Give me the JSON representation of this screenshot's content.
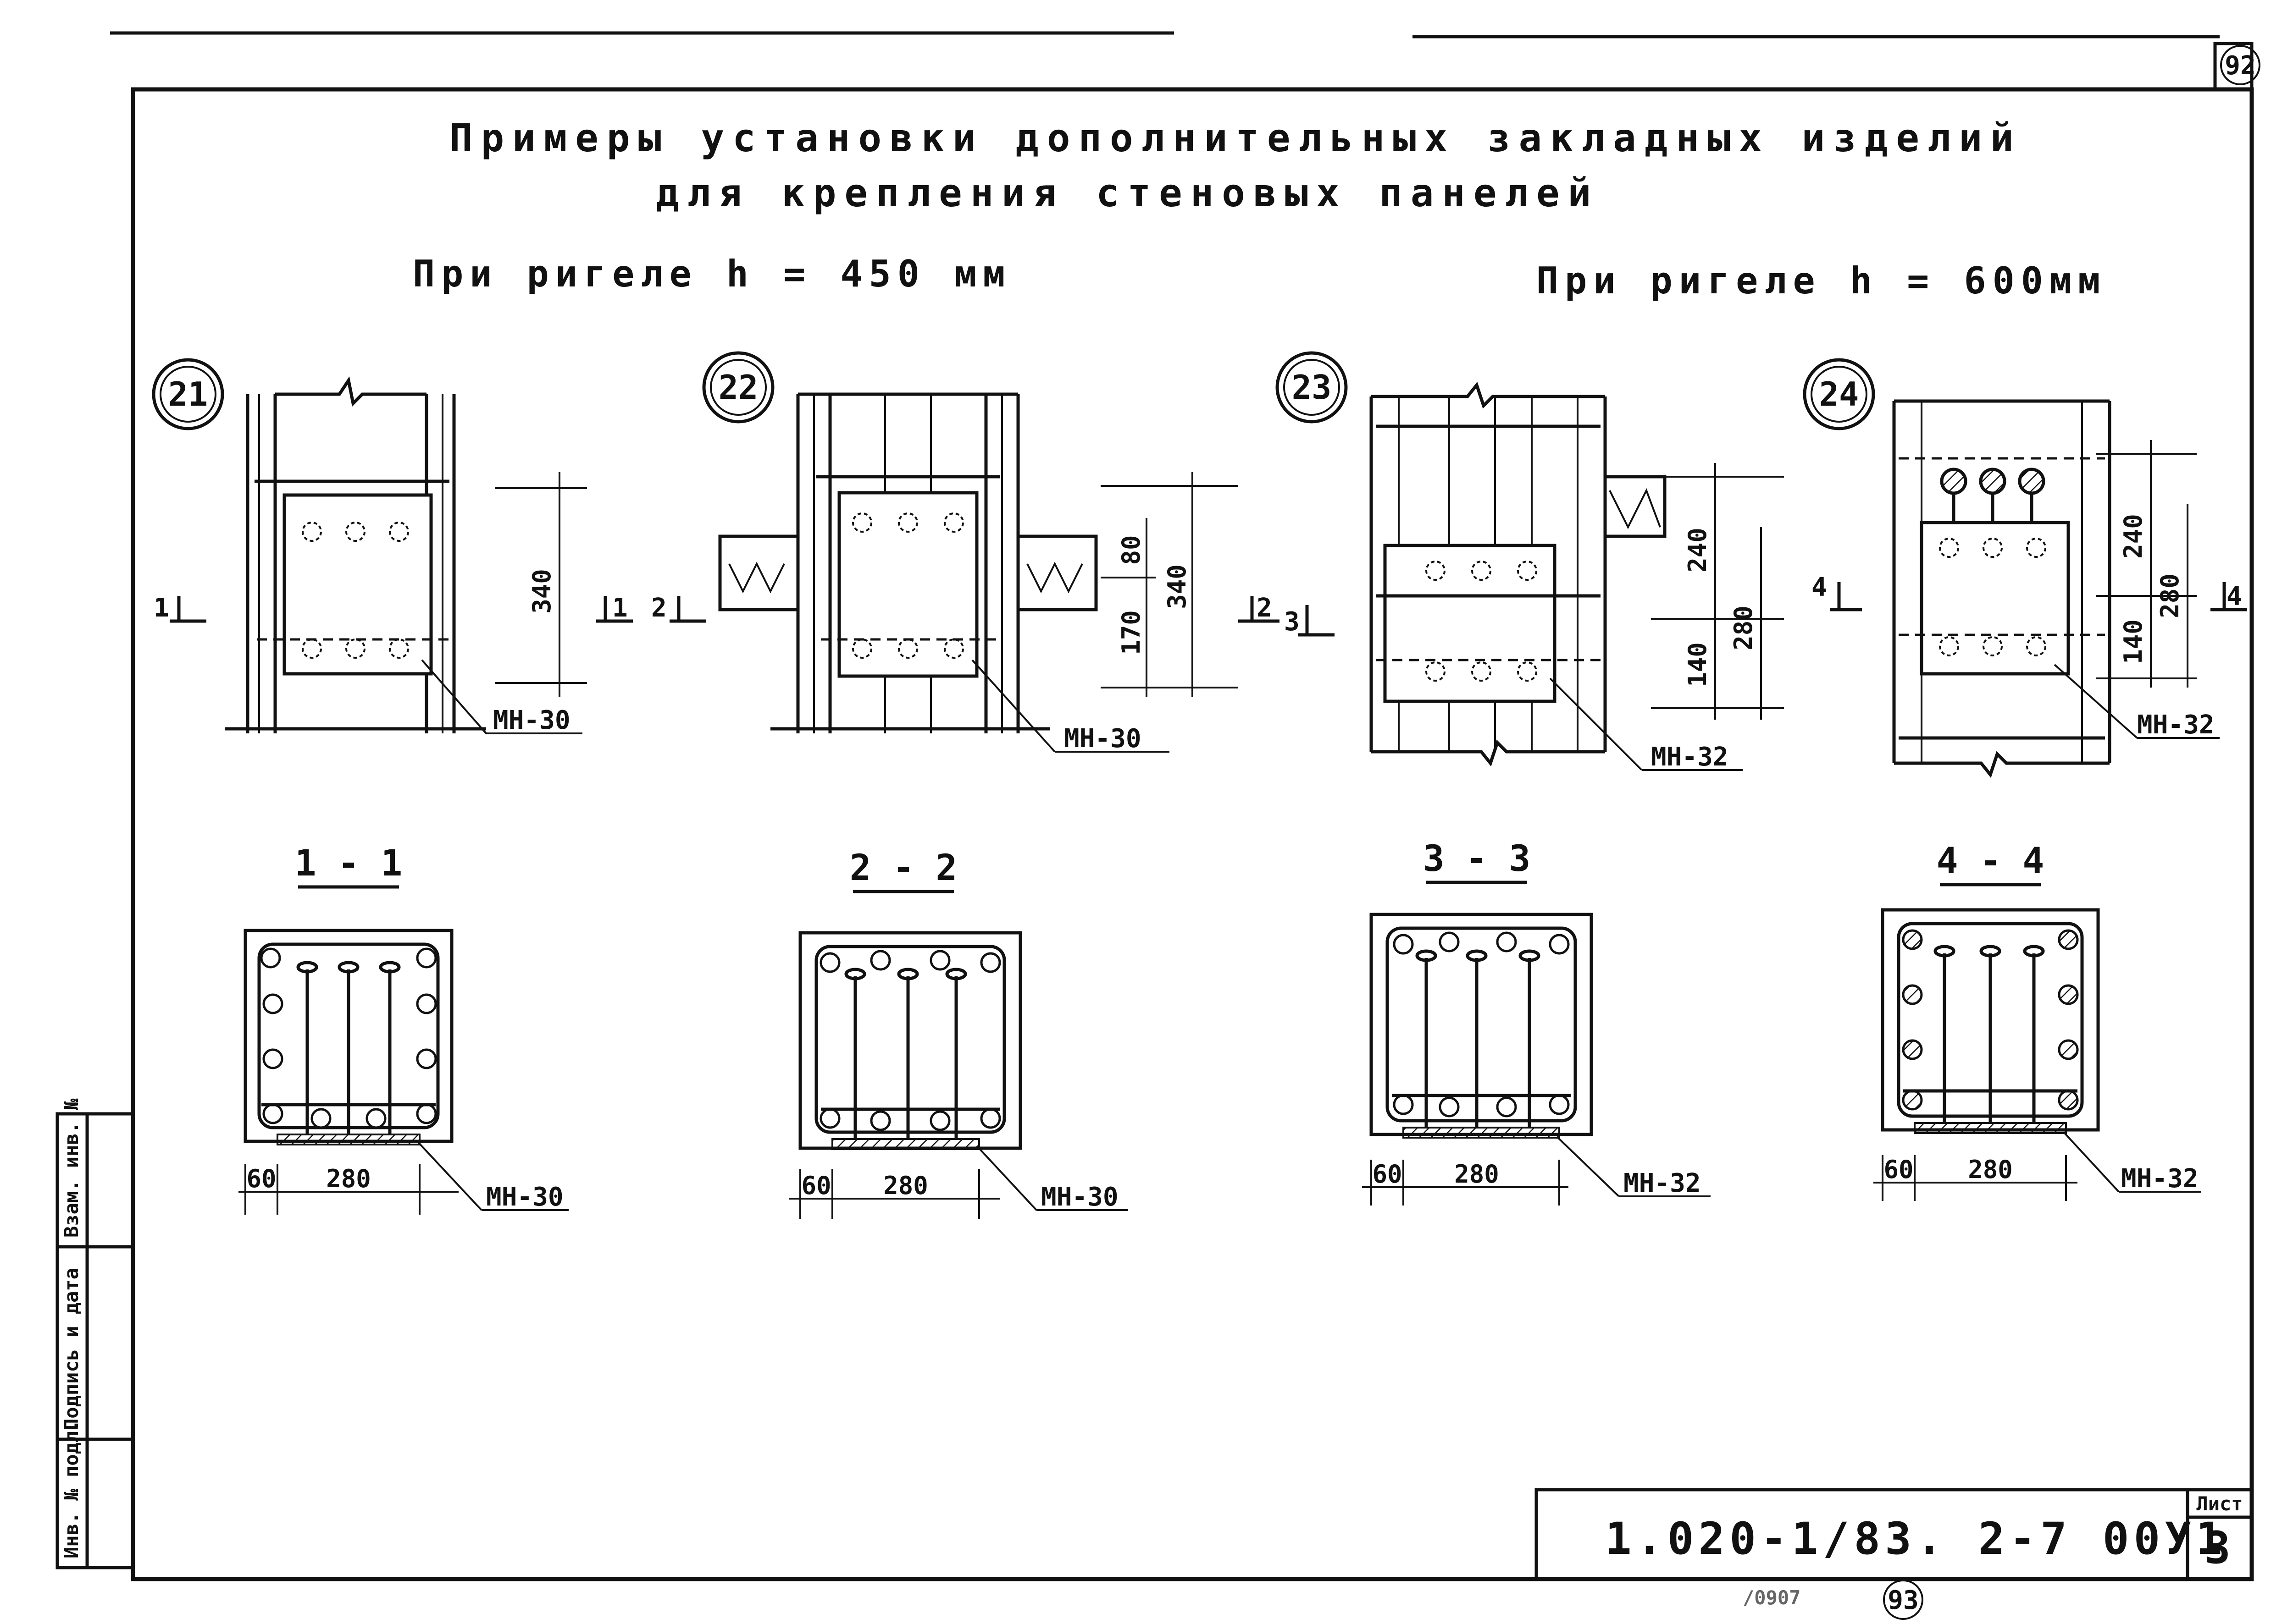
{
  "sheet": {
    "corner_number": "92",
    "bottom_number": "93",
    "bottom_note": "/0907",
    "title_line1": "Примеры установки дополнительных закладных изделий",
    "title_line2": "для крепления стеновых панелей",
    "subtitle_left": "При ригеле h = 450 мм",
    "subtitle_right": "При ригеле h = 600мм",
    "doc_code": "1.020-1/83. 2-7 00У1",
    "list_label": "Лист",
    "list_number": "3",
    "side_stamp": [
      "Инв. № подл.",
      "Подпись и дата",
      "Взам. инв. №"
    ]
  },
  "nodes": [
    {
      "num": "21",
      "mark": "МН-30",
      "dims": [
        "340"
      ],
      "section_mark": "1"
    },
    {
      "num": "22",
      "mark": "МН-30",
      "dims": [
        "80",
        "170",
        "340"
      ],
      "section_mark": "2"
    },
    {
      "num": "23",
      "mark": "МН-32",
      "dims": [
        "240",
        "140",
        "280"
      ],
      "section_mark": "3"
    },
    {
      "num": "24",
      "mark": "МН-32",
      "dims": [
        "240",
        "140",
        "280"
      ],
      "section_mark": "4"
    }
  ],
  "sections": [
    {
      "title": "1 - 1",
      "dim_a": "60",
      "dim_b": "280",
      "mark": "МН-30"
    },
    {
      "title": "2 - 2",
      "dim_a": "60",
      "dim_b": "280",
      "mark": "МН-30"
    },
    {
      "title": "3 - 3",
      "dim_a": "60",
      "dim_b": "280",
      "mark": "МН-32"
    },
    {
      "title": "4 - 4",
      "dim_a": "60",
      "dim_b": "280",
      "mark": "МН-32"
    }
  ]
}
